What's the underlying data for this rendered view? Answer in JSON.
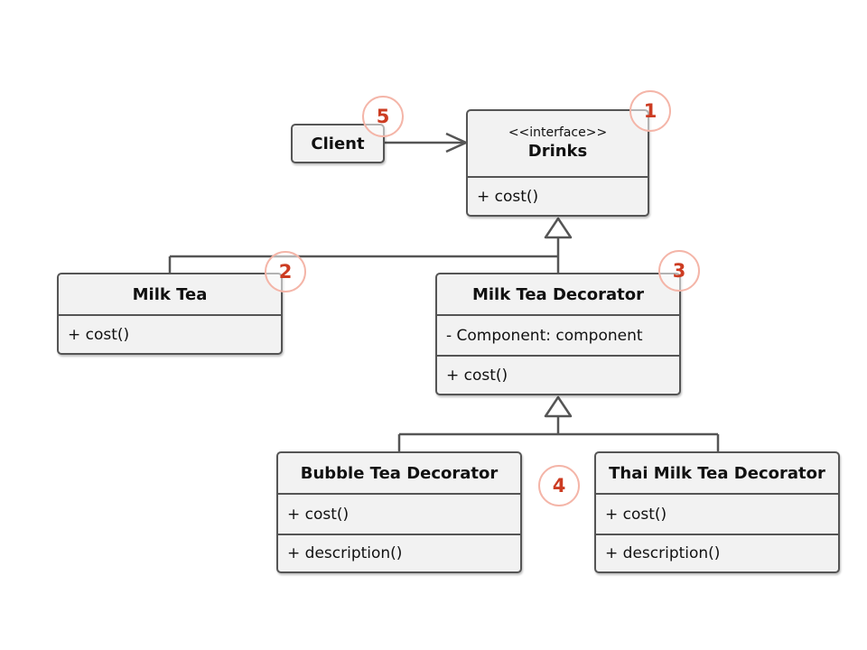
{
  "client": {
    "name": "Client"
  },
  "drinks": {
    "stereotype": "<<interface>>",
    "name": "Drinks",
    "methods": [
      "+ cost()"
    ]
  },
  "milk_tea": {
    "name": "Milk Tea",
    "methods": [
      "+ cost()"
    ]
  },
  "milk_tea_decorator": {
    "name": "Milk Tea Decorator",
    "fields": [
      "- Component: component"
    ],
    "methods": [
      "+ cost()"
    ]
  },
  "bubble_tea_decorator": {
    "name": "Bubble Tea Decorator",
    "methods": [
      "+ cost()",
      "+ description()"
    ]
  },
  "thai_milk_tea_decorator": {
    "name": "Thai Milk Tea Decorator",
    "methods": [
      "+ cost()",
      "+ description()"
    ]
  },
  "badges": [
    "1",
    "2",
    "3",
    "4",
    "5"
  ],
  "colors": {
    "box_fill": "#f2f2f2",
    "box_border": "#555555",
    "badge_text": "#cc3c22",
    "badge_ring": "#f4b5a8"
  }
}
